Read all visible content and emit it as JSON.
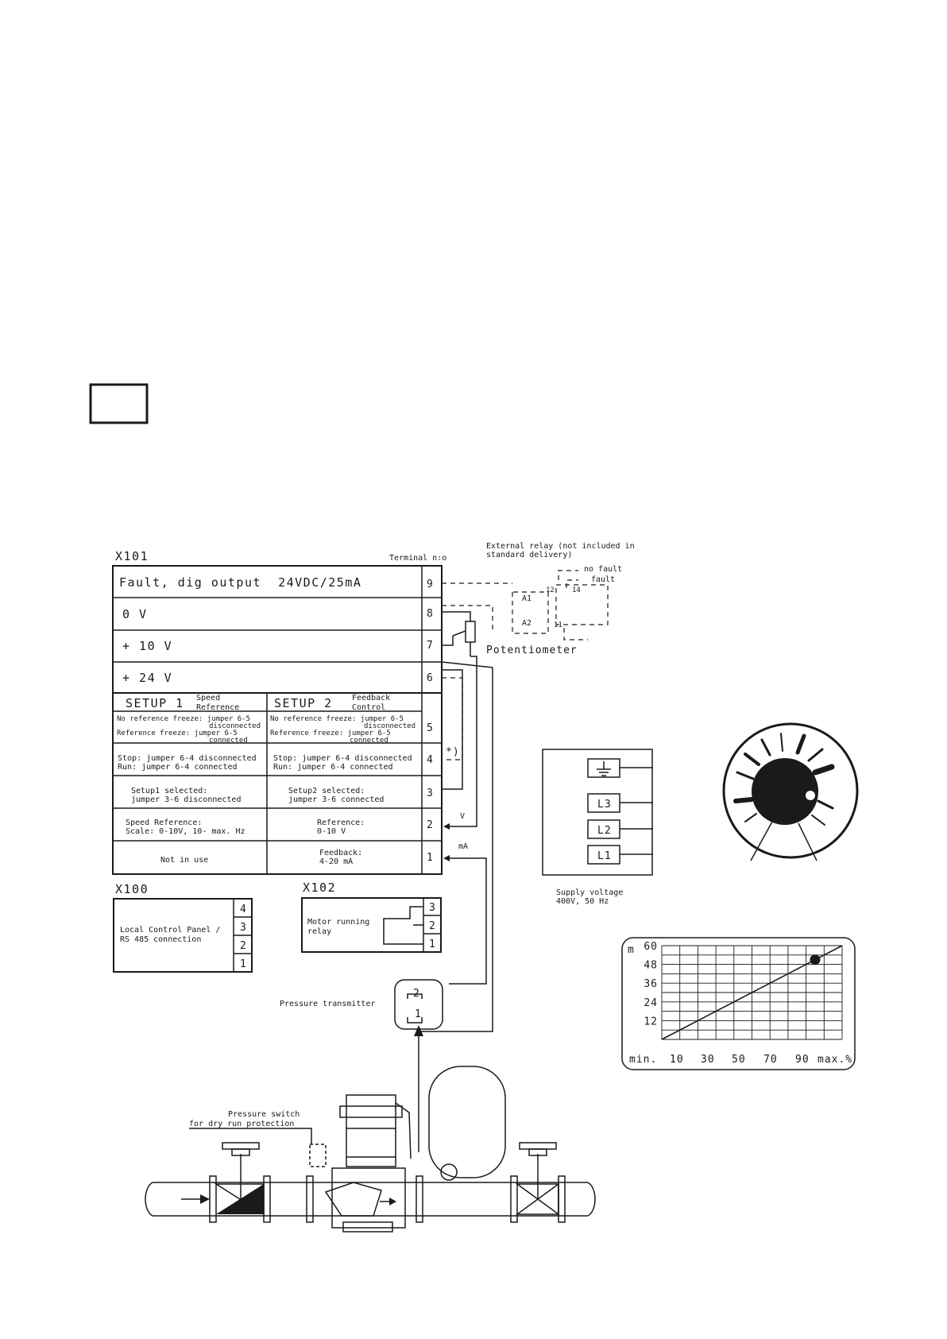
{
  "x101": {
    "title": "X101",
    "terminal_header": "Terminal n:o",
    "rows": [
      {
        "num": "9",
        "text": "Fault, dig output  24VDC/25mA"
      },
      {
        "num": "8",
        "text": "0 V"
      },
      {
        "num": "7",
        "text": "+ 10 V"
      },
      {
        "num": "6",
        "text": "+ 24 V"
      }
    ],
    "setup1": {
      "title": "SETUP 1",
      "sub1": "Speed",
      "sub2": "Reference"
    },
    "setup2": {
      "title": "SETUP 2",
      "sub1": "Feedback",
      "sub2": "Control"
    },
    "row5": {
      "num": "5",
      "s1": [
        "No reference freeze: jumper 6-5",
        "disconnected",
        "Reference freeze: jumper 6-5",
        "connected"
      ],
      "s2": [
        "No reference freeze: jumper 6-5",
        "disconnected",
        "Reference freeze: jumper 6-5",
        "connected"
      ]
    },
    "row4": {
      "num": "4",
      "s1": [
        "Stop: jumper 6-4 disconnected",
        "Run: jumper 6-4 connected"
      ],
      "s2": [
        "Stop: jumper 6-4 disconnected",
        "Run: jumper 6-4 connected"
      ]
    },
    "row3": {
      "num": "3",
      "s1": [
        "Setup1 selected:",
        "jumper 3-6 disconnected"
      ],
      "s2": [
        "Setup2 selected:",
        "jumper 3-6 connected"
      ]
    },
    "row2": {
      "num": "2",
      "s1": [
        "Speed Reference:",
        "Scale: 0-10V, 10- max. Hz"
      ],
      "s2": [
        "Reference:",
        "0-10 V"
      ]
    },
    "row1": {
      "num": "1",
      "s1": [
        "Not in use"
      ],
      "s2": [
        "Feedback:",
        "4-20 mA"
      ]
    },
    "jumper_mark": "*)",
    "v_label": "V",
    "ma_label": "mA"
  },
  "relay": {
    "title1": "External relay (not included in",
    "title2": "standard delivery)",
    "no_fault": "no fault",
    "fault": "fault",
    "a1": "A1",
    "a2": "A2",
    "t12": "12",
    "t14": "14",
    "t11": "11"
  },
  "potentiometer": "Potentiometer",
  "x100": {
    "title": "X100",
    "label1": "Local Control Panel /",
    "label2": "RS 485 connection",
    "terms": [
      "4",
      "3",
      "2",
      "1"
    ]
  },
  "x102": {
    "title": "X102",
    "label1": "Motor running",
    "label2": "relay",
    "terms": [
      "3",
      "2",
      "1"
    ]
  },
  "pressure_transmitter": {
    "label": "Pressure transmitter",
    "t2": "2",
    "t1": "1"
  },
  "supply": {
    "terminals": [
      "L3",
      "L2",
      "L1"
    ],
    "label1": "Supply voltage",
    "label2": "400V, 50 Hz"
  },
  "pressure_switch": {
    "label1": "Pressure switch",
    "label2": "for dry run protection"
  },
  "chart_data": {
    "type": "line",
    "y_unit_label": "m",
    "y_ticks": [
      12,
      24,
      36,
      48,
      60
    ],
    "x_ticks": [
      "min.",
      "10",
      "30",
      "50",
      "70",
      "90",
      "max.%"
    ],
    "series": [
      {
        "x": [
          0,
          100
        ],
        "y": [
          0,
          60
        ]
      }
    ],
    "marker": {
      "x": 85,
      "y": 51
    },
    "ylim": [
      0,
      60
    ],
    "xlim": [
      0,
      100
    ],
    "grid": true
  }
}
